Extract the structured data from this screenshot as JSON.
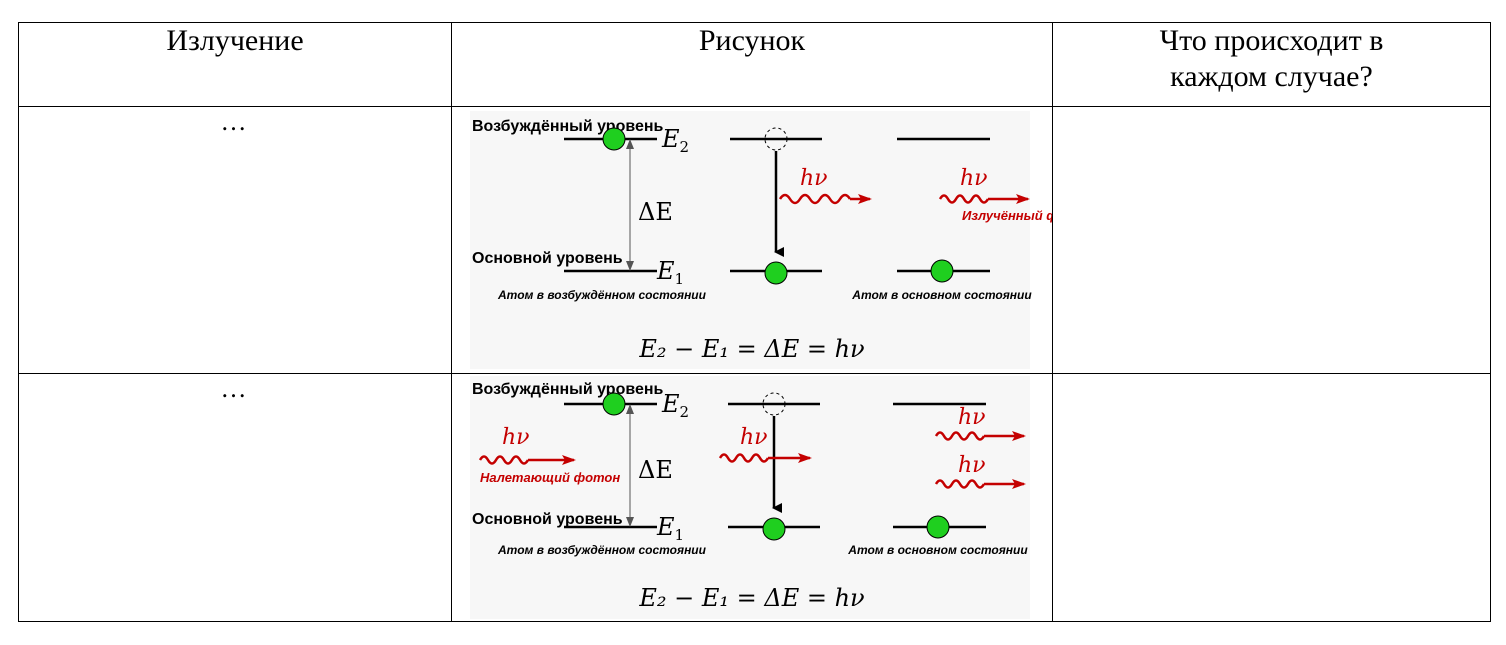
{
  "table": {
    "headers": [
      "Излучение",
      "Рисунок",
      "Что происходит в каждом случае?"
    ],
    "rows": [
      {
        "col1": "…",
        "col3": ""
      },
      {
        "col1": "…",
        "col3": ""
      }
    ]
  },
  "figure_spontaneous": {
    "excited_level": "Возбуждённый уровень",
    "ground_level": "Основной уровень",
    "E2": "E",
    "E2_sub": "2",
    "E1": "E",
    "E1_sub": "1",
    "delta": "ΔE",
    "photon": "hν",
    "emitted_photon": "Излучённый фотон",
    "atom_excited": "Атом в возбуждённом состоянии",
    "atom_ground": "Атом в основном состоянии",
    "formula": "E₂ − E₁ = ΔE = hν"
  },
  "figure_stimulated": {
    "excited_level": "Возбуждённый уровень",
    "ground_level": "Основной уровень",
    "E2": "E",
    "E2_sub": "2",
    "E1": "E",
    "E1_sub": "1",
    "delta": "ΔE",
    "photon": "hν",
    "incident_photon": "Налетающий фотон",
    "atom_excited": "Атом в возбуждённом состоянии",
    "atom_ground": "Атом в основном состоянии",
    "formula": "E₂ − E₁ = ΔE = hν"
  },
  "colors": {
    "atom": "#1fcf1f",
    "photon": "#c40000",
    "figure_bg": "#f7f7f7"
  }
}
